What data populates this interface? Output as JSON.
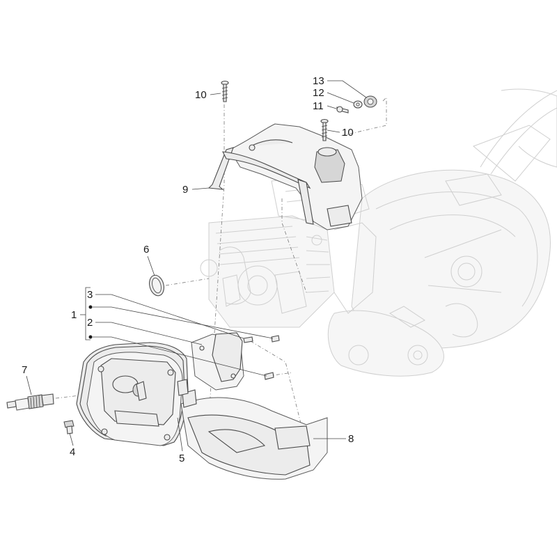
{
  "diagram": {
    "callouts": [
      {
        "id": "c1",
        "label": "1"
      },
      {
        "id": "c2",
        "label": "2"
      },
      {
        "id": "c3",
        "label": "3"
      },
      {
        "id": "c4",
        "label": "4"
      },
      {
        "id": "c5",
        "label": "5"
      },
      {
        "id": "c6",
        "label": "6"
      },
      {
        "id": "c7",
        "label": "7"
      },
      {
        "id": "c8",
        "label": "8"
      },
      {
        "id": "c9",
        "label": "9"
      },
      {
        "id": "c10a",
        "label": "10"
      },
      {
        "id": "c10b",
        "label": "10"
      },
      {
        "id": "c11",
        "label": "11"
      },
      {
        "id": "c12",
        "label": "12"
      },
      {
        "id": "c13",
        "label": "13"
      }
    ]
  }
}
